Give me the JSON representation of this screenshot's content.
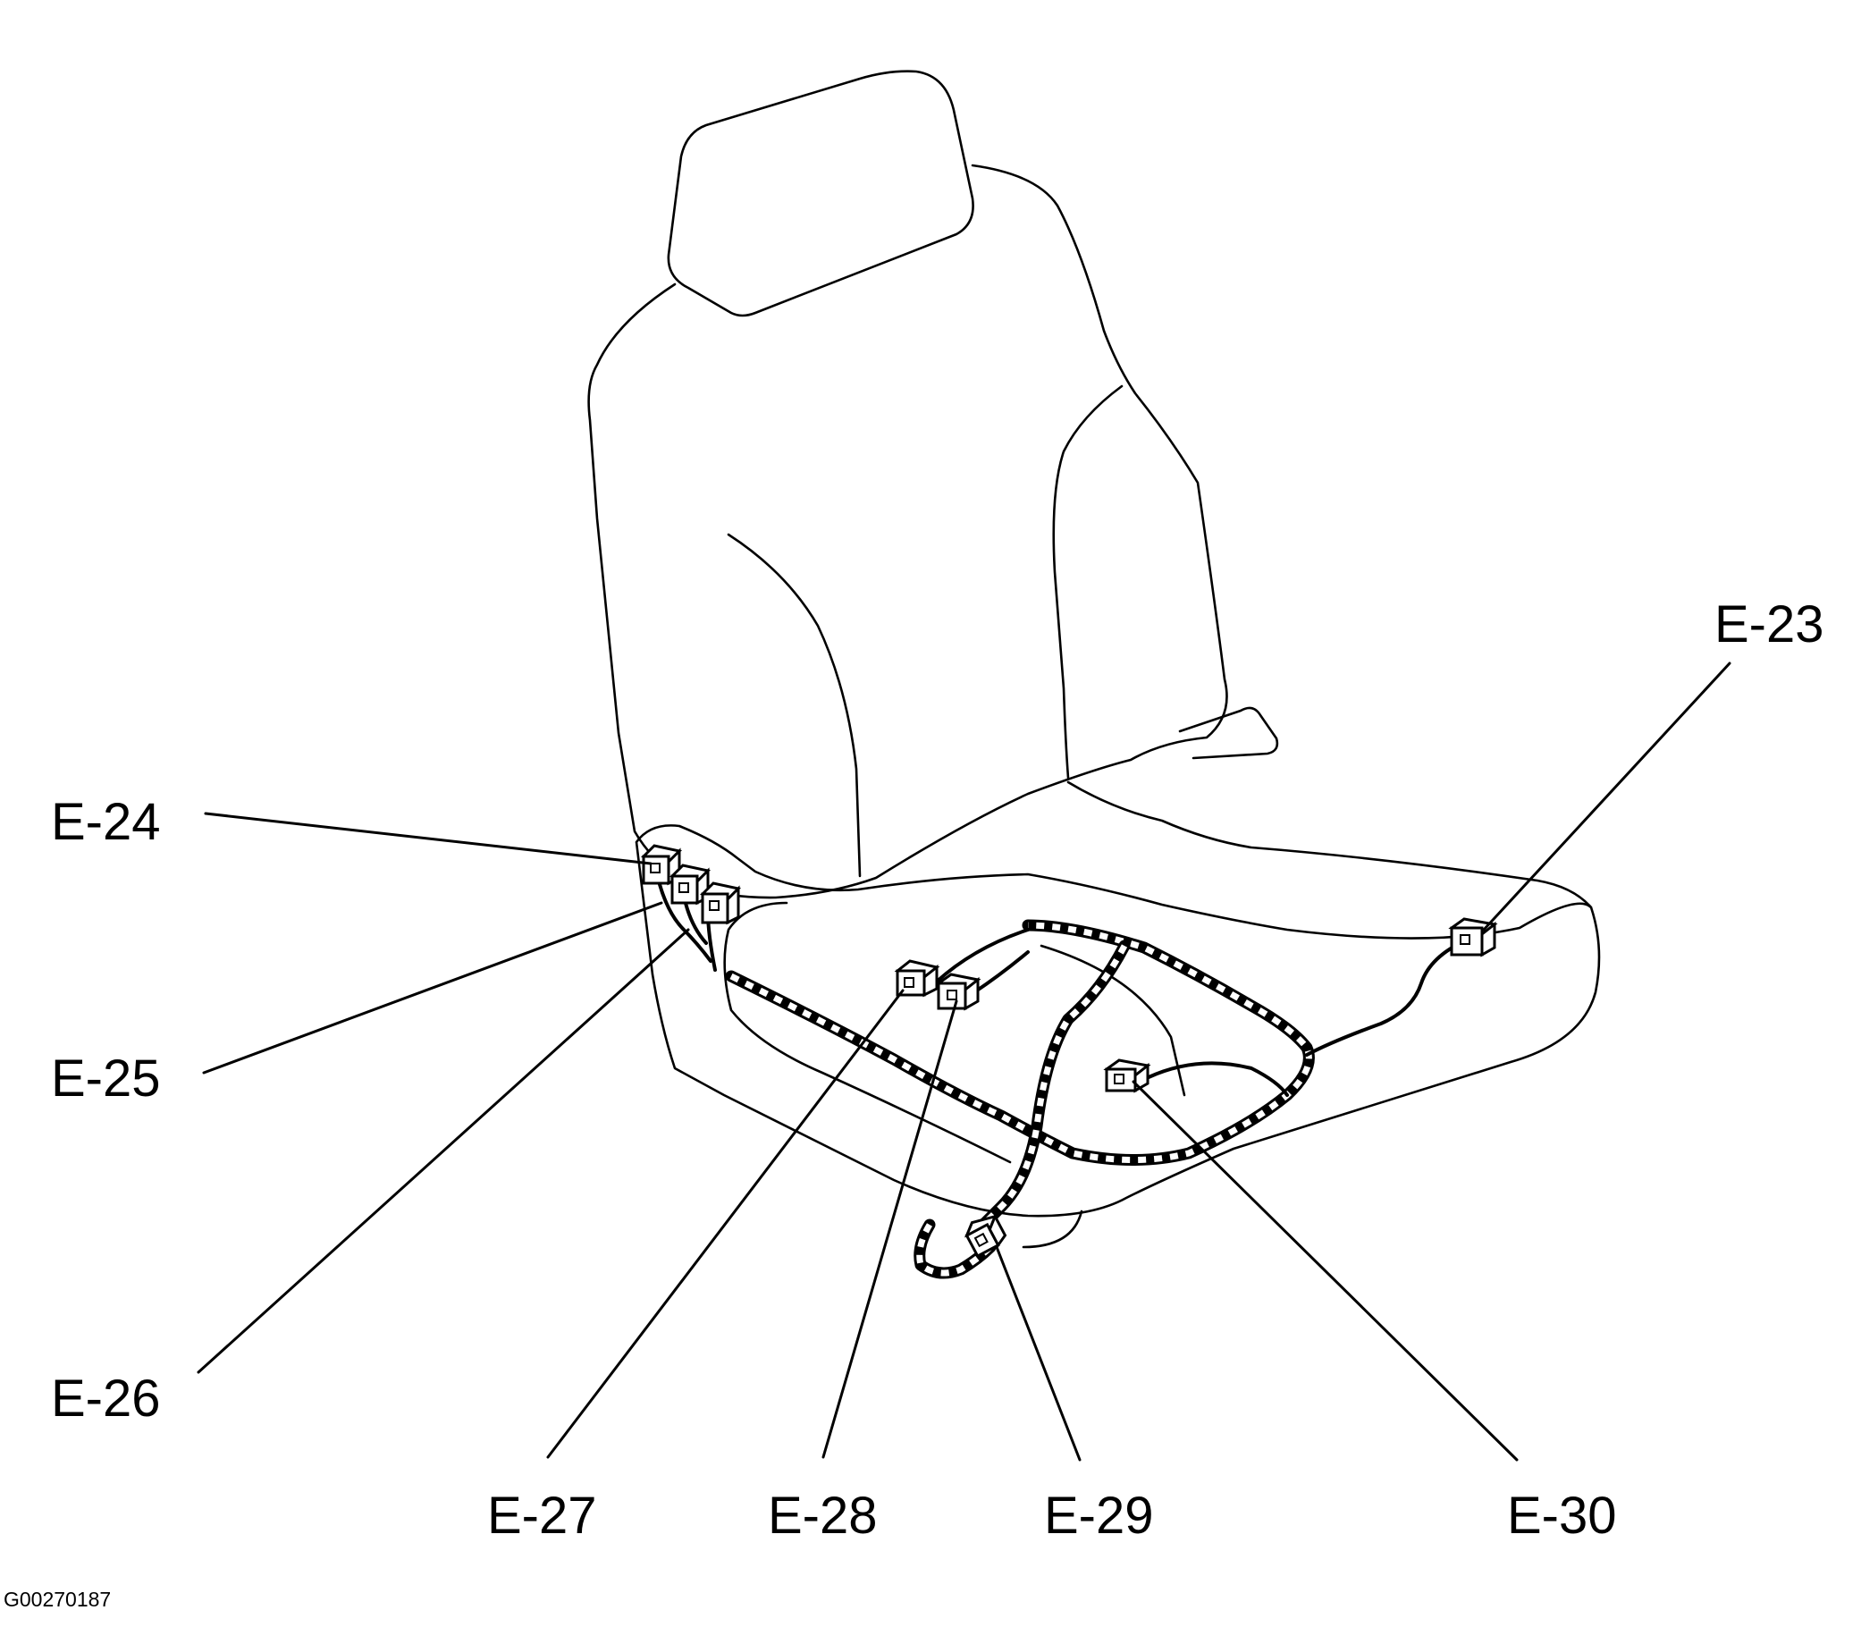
{
  "connectors": [
    {
      "id": "E-23"
    },
    {
      "id": "E-24"
    },
    {
      "id": "E-25"
    },
    {
      "id": "E-26"
    },
    {
      "id": "E-27"
    },
    {
      "id": "E-28"
    },
    {
      "id": "E-29"
    },
    {
      "id": "E-30"
    }
  ],
  "figure_id": "G00270187"
}
